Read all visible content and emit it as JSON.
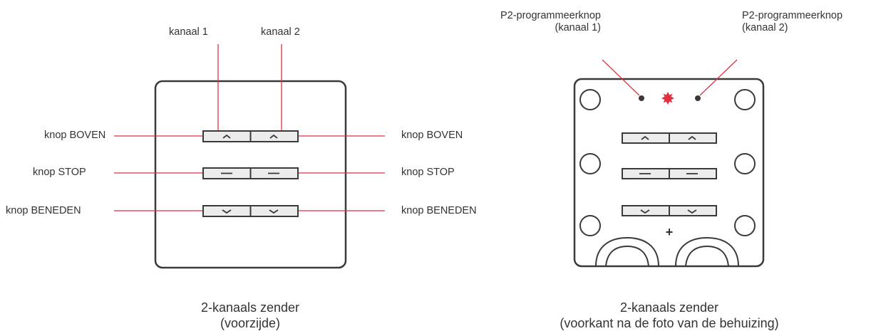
{
  "colors": {
    "stroke": "#3a3a3a",
    "accent": "#e03140",
    "button_fill": "#ececec",
    "text": "#333333"
  },
  "front": {
    "channel_labels": [
      "kanaal 1",
      "kanaal 2"
    ],
    "button_up_label": "knop BOVEN",
    "button_stop_label": "knop STOP",
    "button_down_label": "knop BENEDEN",
    "caption_line1": "2-kanaals zender",
    "caption_line2": "(voorzijde)"
  },
  "back": {
    "p2_left_line1": "P2-programmeerknop",
    "p2_left_line2": "(kanaal 1)",
    "p2_right_line1": "P2-programmeerknop",
    "p2_right_line2": "(kanaal 2)",
    "plus_symbol": "+",
    "caption_line1": "2-kanaals zender",
    "caption_line2": "(voorkant na de foto van de behuizing)"
  }
}
